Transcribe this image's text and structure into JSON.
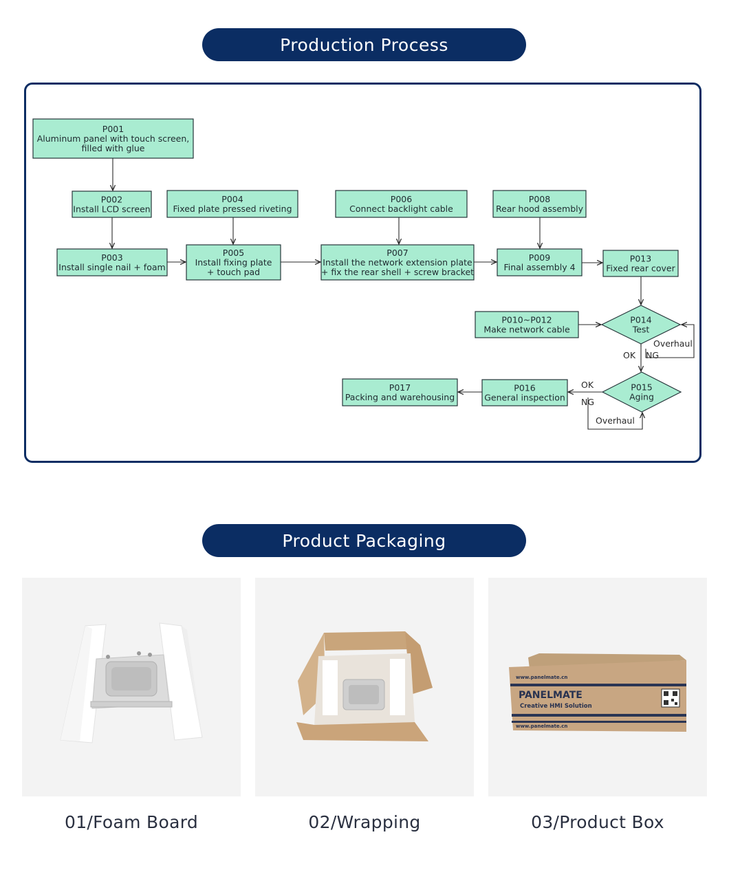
{
  "sections": {
    "process_title": "Production Process",
    "packaging_title": "Product Packaging"
  },
  "flowchart": {
    "nodes": [
      {
        "id": "P001",
        "lines": [
          "P001",
          "Aluminum panel with touch screen,",
          "filled with glue"
        ]
      },
      {
        "id": "P002",
        "lines": [
          "P002",
          "Install LCD screen"
        ]
      },
      {
        "id": "P003",
        "lines": [
          "P003",
          "Install single nail + foam"
        ]
      },
      {
        "id": "P004",
        "lines": [
          "P004",
          "Fixed plate pressed riveting"
        ]
      },
      {
        "id": "P005",
        "lines": [
          "P005",
          "Install fixing plate",
          "+ touch pad"
        ]
      },
      {
        "id": "P006",
        "lines": [
          "P006",
          "Connect backlight cable"
        ]
      },
      {
        "id": "P007",
        "lines": [
          "P007",
          "Install the network extension plate",
          "+ fix the rear shell + screw bracket"
        ]
      },
      {
        "id": "P008",
        "lines": [
          "P008",
          "Rear hood assembly"
        ]
      },
      {
        "id": "P009",
        "lines": [
          "P009",
          "Final assembly 4"
        ]
      },
      {
        "id": "P013",
        "lines": [
          "P013",
          "Fixed rear cover"
        ]
      },
      {
        "id": "P010-P012",
        "lines": [
          "P010~P012",
          "Make network cable"
        ]
      },
      {
        "id": "P014",
        "lines": [
          "P014",
          "Test"
        ]
      },
      {
        "id": "P015",
        "lines": [
          "P015",
          "Aging"
        ]
      },
      {
        "id": "P016",
        "lines": [
          "P016",
          "General inspection"
        ]
      },
      {
        "id": "P017",
        "lines": [
          "P017",
          "Packing and warehousing"
        ]
      }
    ],
    "edge_labels": {
      "test_overhaul": "Overhaul",
      "test_ok": "OK",
      "test_ng": "NG",
      "aging_ok": "OK",
      "aging_ng": "NG",
      "aging_overhaul": "Overhaul"
    },
    "colors": {
      "node_fill": "#a9ecd1",
      "frame": "#0b2d63"
    }
  },
  "packaging": [
    {
      "caption": "01/Foam Board"
    },
    {
      "caption": "02/Wrapping"
    },
    {
      "caption": "03/Product Box"
    }
  ],
  "product_box": {
    "brand": "PANELMATE",
    "tagline": "Creative HMI Solution",
    "url_top": "www.panelmate.cn",
    "url_bottom": "www.panelmate.cn"
  }
}
